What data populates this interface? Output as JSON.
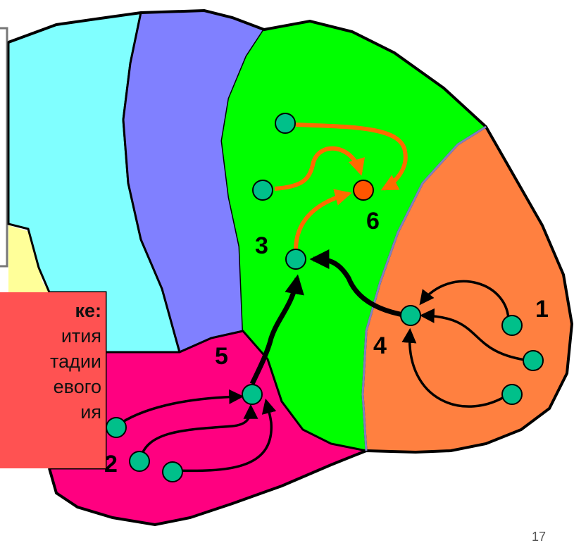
{
  "colors": {
    "cyan_region": "#80ffff",
    "blue_region": "#8080ff",
    "green_region": "#00ff00",
    "orange_region": "#ff8040",
    "magenta_region": "#ff0080",
    "yellow_region": "#ffff99",
    "node_fill": "#00c08a",
    "target_node_fill": "#ff5500",
    "orange_arrow": "#ff6a00",
    "black_arrow": "#000000",
    "callout_bg": "#ff5252"
  },
  "labels": {
    "n1": "1",
    "n2": "2",
    "n3": "3",
    "n4": "4",
    "n5": "5",
    "n6": "6"
  },
  "callout": {
    "line1": "ке:",
    "line2": "ития",
    "line3": "тадии",
    "line4": "евого",
    "line5": "ия"
  },
  "page_number": "17"
}
